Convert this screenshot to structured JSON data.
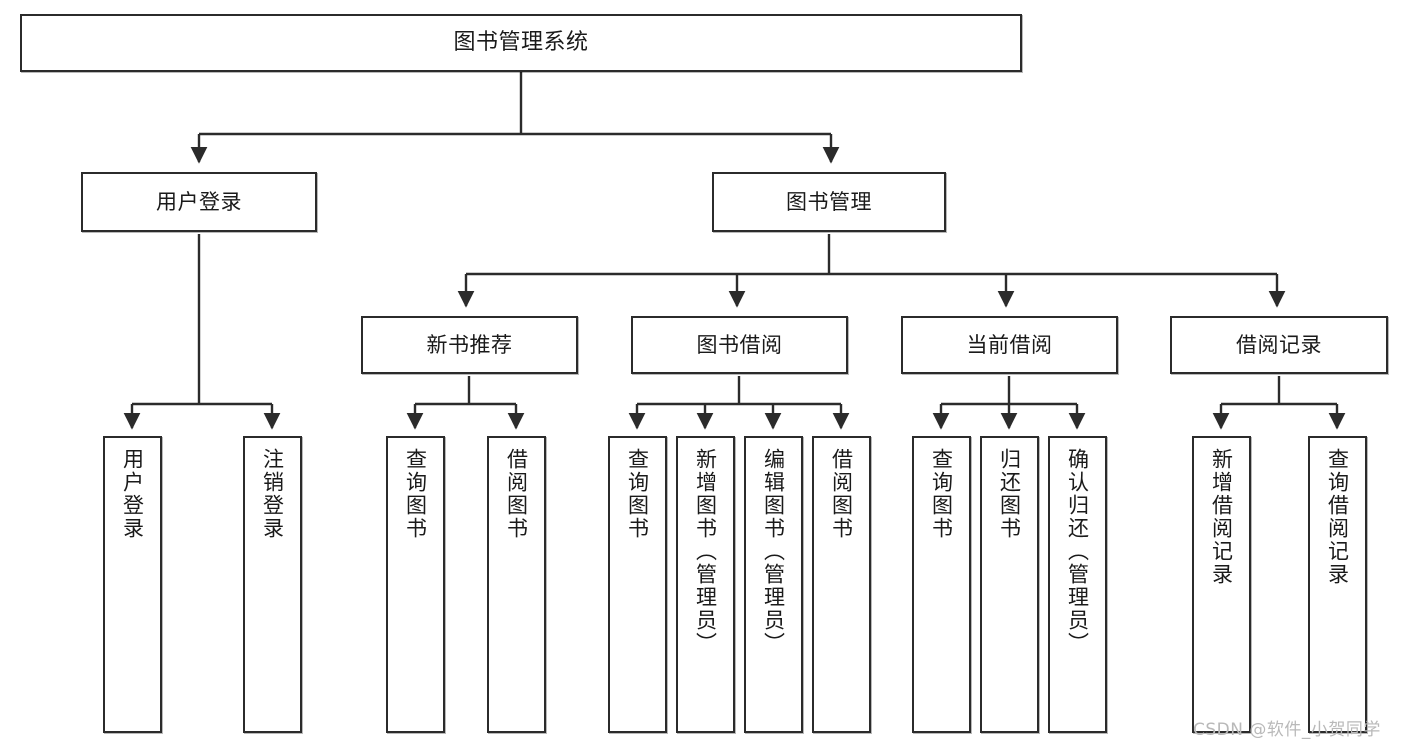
{
  "diagram": {
    "title": "图书管理系统",
    "type": "functional-structure-tree",
    "watermark": "CSDN @软件_小贺同学",
    "colors": {
      "box_border": "#2b2b2b",
      "box_fill": "#ffffff",
      "edge": "#2b2b2b",
      "text": "#1a1a1a",
      "watermark": "#b9b9b9"
    }
  },
  "nodes": {
    "root": {
      "label": "图书管理系统"
    },
    "level2": [
      {
        "label": "用户登录"
      },
      {
        "label": "图书管理"
      }
    ],
    "level3": [
      {
        "label": "新书推荐"
      },
      {
        "label": "图书借阅"
      },
      {
        "label": "当前借阅"
      },
      {
        "label": "借阅记录"
      }
    ],
    "leaves": {
      "user_login": [
        {
          "label": "用户登录"
        },
        {
          "label": "注销登录"
        }
      ],
      "new_book_recommend": [
        {
          "label": "查询图书"
        },
        {
          "label": "借阅图书"
        }
      ],
      "book_borrow": [
        {
          "label": "查询图书"
        },
        {
          "label": "新增图书（管理员）"
        },
        {
          "label": "编辑图书（管理员）"
        },
        {
          "label": "借阅图书"
        }
      ],
      "current_borrow": [
        {
          "label": "查询图书"
        },
        {
          "label": "归还图书"
        },
        {
          "label": "确认归还（管理员）"
        }
      ],
      "borrow_record": [
        {
          "label": "新增借阅记录"
        },
        {
          "label": "查询借阅记录"
        }
      ]
    }
  }
}
